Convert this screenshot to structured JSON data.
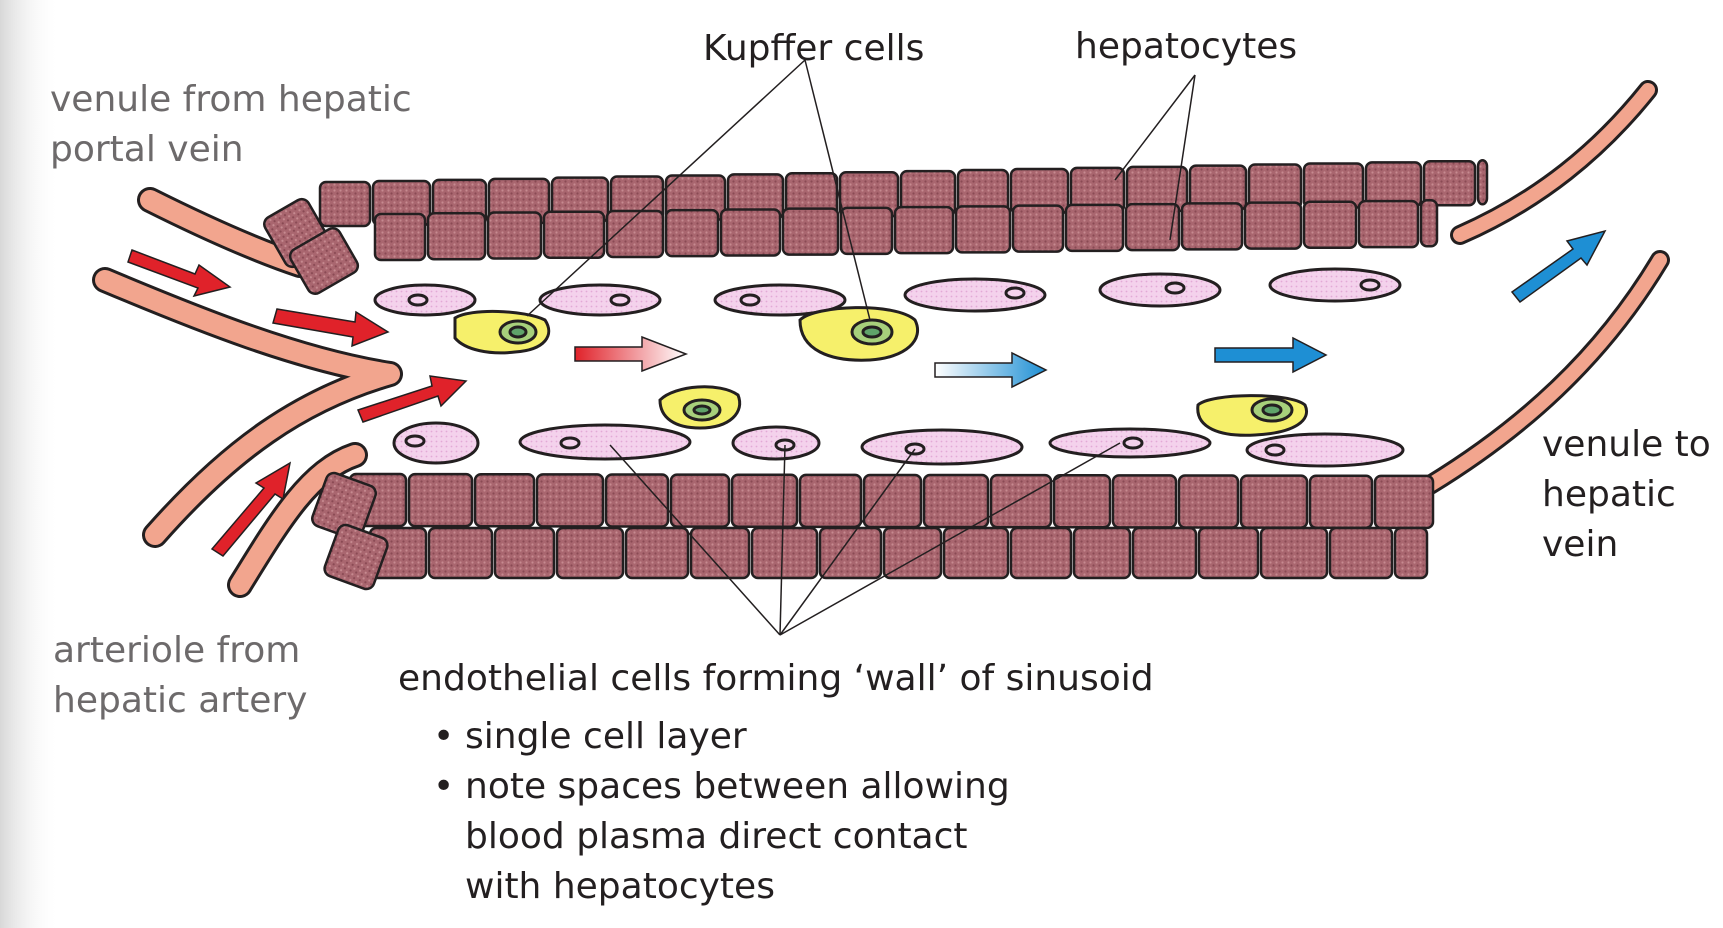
{
  "labels": {
    "portal_venule": "venule from hepatic\nportal vein",
    "arteriole": "arteriole from\nhepatic artery",
    "kupffer": "Kupffer cells",
    "hepatocytes": "hepatocytes",
    "venule_out": "venule to\nhepatic\nvein",
    "endothelial": "endothelial cells forming ‘wall’ of sinusoid"
  },
  "notes": [
    {
      "bullet": "•",
      "text": "single cell layer"
    },
    {
      "bullet": "•",
      "text": "note spaces between allowing\nblood plasma direct contact\nwith hepatocytes"
    }
  ],
  "colors": {
    "hepatocyte": "#a3616a",
    "vessel": "#f2a58e",
    "endothelial": "#f3cdea",
    "kupffer": "#f6f06b",
    "arterial_arrow": "#e0222a",
    "venous_arrow": "#1e8fd4"
  }
}
